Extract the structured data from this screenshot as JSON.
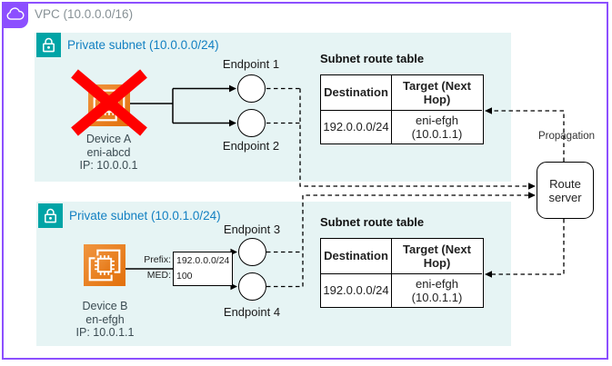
{
  "vpc": {
    "label": "VPC (10.0.0.0/16)"
  },
  "subnets": {
    "top": {
      "label": "Private subnet (10.0.0.0/24)"
    },
    "bottom": {
      "label": "Private subnet (10.0.1.0/24)"
    }
  },
  "devices": {
    "a": {
      "name": "Device A",
      "interface": "eni-abcd",
      "ip": "IP: 10.0.0.1"
    },
    "b": {
      "name": "Device B",
      "interface": "en-efgh",
      "ip": "IP: 10.0.1.1"
    }
  },
  "endpoints": {
    "e1": "Endpoint 1",
    "e2": "Endpoint 2",
    "e3": "Endpoint 3",
    "e4": "Endpoint 4"
  },
  "advertisement": {
    "prefix_label": "Prefix:",
    "prefix_value": "192.0.0.0/24",
    "med_label": "MED:",
    "med_value": "100"
  },
  "route_tables": {
    "top": {
      "title": "Subnet route table",
      "headers": [
        "Destination",
        "Target (Next Hop)"
      ],
      "rows": [
        [
          "192.0.0.0/24",
          "eni-efgh (10.0.1.1)"
        ]
      ]
    },
    "bottom": {
      "title": "Subnet route table",
      "headers": [
        "Destination",
        "Target (Next Hop)"
      ],
      "rows": [
        [
          "192.0.0.0/24",
          "eni-efgh (10.0.1.1)"
        ]
      ]
    }
  },
  "route_server": {
    "label": "Route server"
  },
  "propagation": {
    "label": "Propagation"
  },
  "icons": {
    "vpc": "cloud-icon",
    "private_subnet": "lock-icon",
    "device": "network-interface-chip-icon",
    "device_a_failure": "red-x-icon"
  },
  "colors": {
    "vpc_border": "#8C4FFF",
    "vpc_label": "#879196",
    "subnet_fill": "#E6F4F4",
    "subnet_label": "#1380C2",
    "subnet_icon_teal": "#00A4A6",
    "device_orange_light": "#F0953F",
    "device_orange_dark": "#E2700B",
    "failure_red": "#FF0000",
    "line_black": "#000000"
  }
}
